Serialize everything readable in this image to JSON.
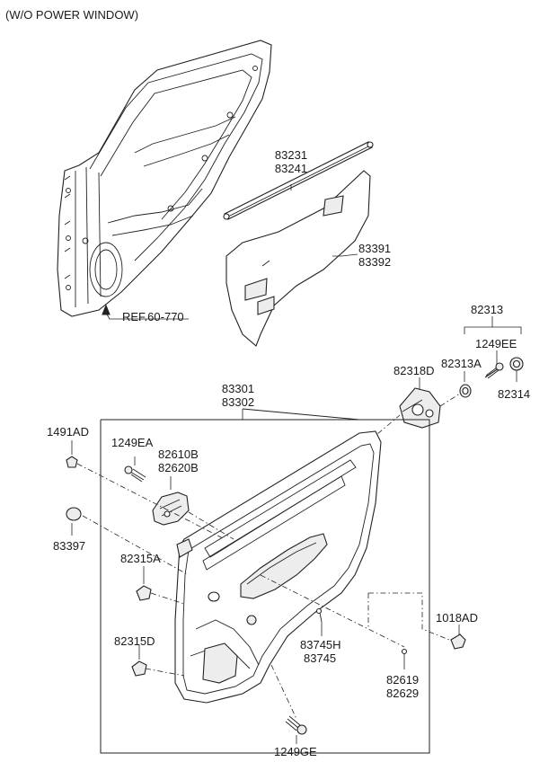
{
  "header": {
    "note": "(W/O POWER WINDOW)"
  },
  "labels": {
    "ref": "REF.60-770",
    "p83231": "83231",
    "p83241": "83241",
    "p83391": "83391",
    "p83392": "83392",
    "p82313": "82313",
    "p1249EE": "1249EE",
    "p82318D": "82318D",
    "p82313A": "82313A",
    "p82314": "82314",
    "p83301": "83301",
    "p83302": "83302",
    "p1491AD": "1491AD",
    "p1249EA": "1249EA",
    "p82610B": "82610B",
    "p82620B": "82620B",
    "p83397": "83397",
    "p82315A": "82315A",
    "p1018AD": "1018AD",
    "p82315D": "82315D",
    "p83745H": "83745H",
    "p83745": "83745",
    "p82619": "82619",
    "p82629": "82629",
    "p1249GE": "1249GE"
  },
  "icons": {
    "door_frame": "door-frame-icon",
    "weatherstrip": "weatherstrip-icon",
    "sealing_cover": "sealing-cover-icon",
    "trim_panel": "door-trim-panel-icon"
  }
}
